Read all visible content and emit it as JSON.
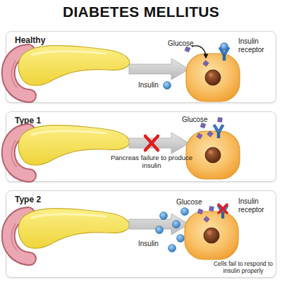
{
  "diagram": {
    "title": "DIABETES MELLITUS",
    "nodes": [
      {
        "text": [
          "Healthy"
        ]
      },
      {
        "text": [
          "Type 1"
        ]
      },
      {
        "text": [
          "Type 2"
        ]
      }
    ],
    "labels": [
      "Glucose",
      "Insulin receptor",
      "Insulin",
      "Glucose",
      "Pancreas failure to produce insulin",
      "Glucose",
      "Insulin receptor",
      "Insulin",
      "Cells fail to respond to insulin properly"
    ]
  }
}
